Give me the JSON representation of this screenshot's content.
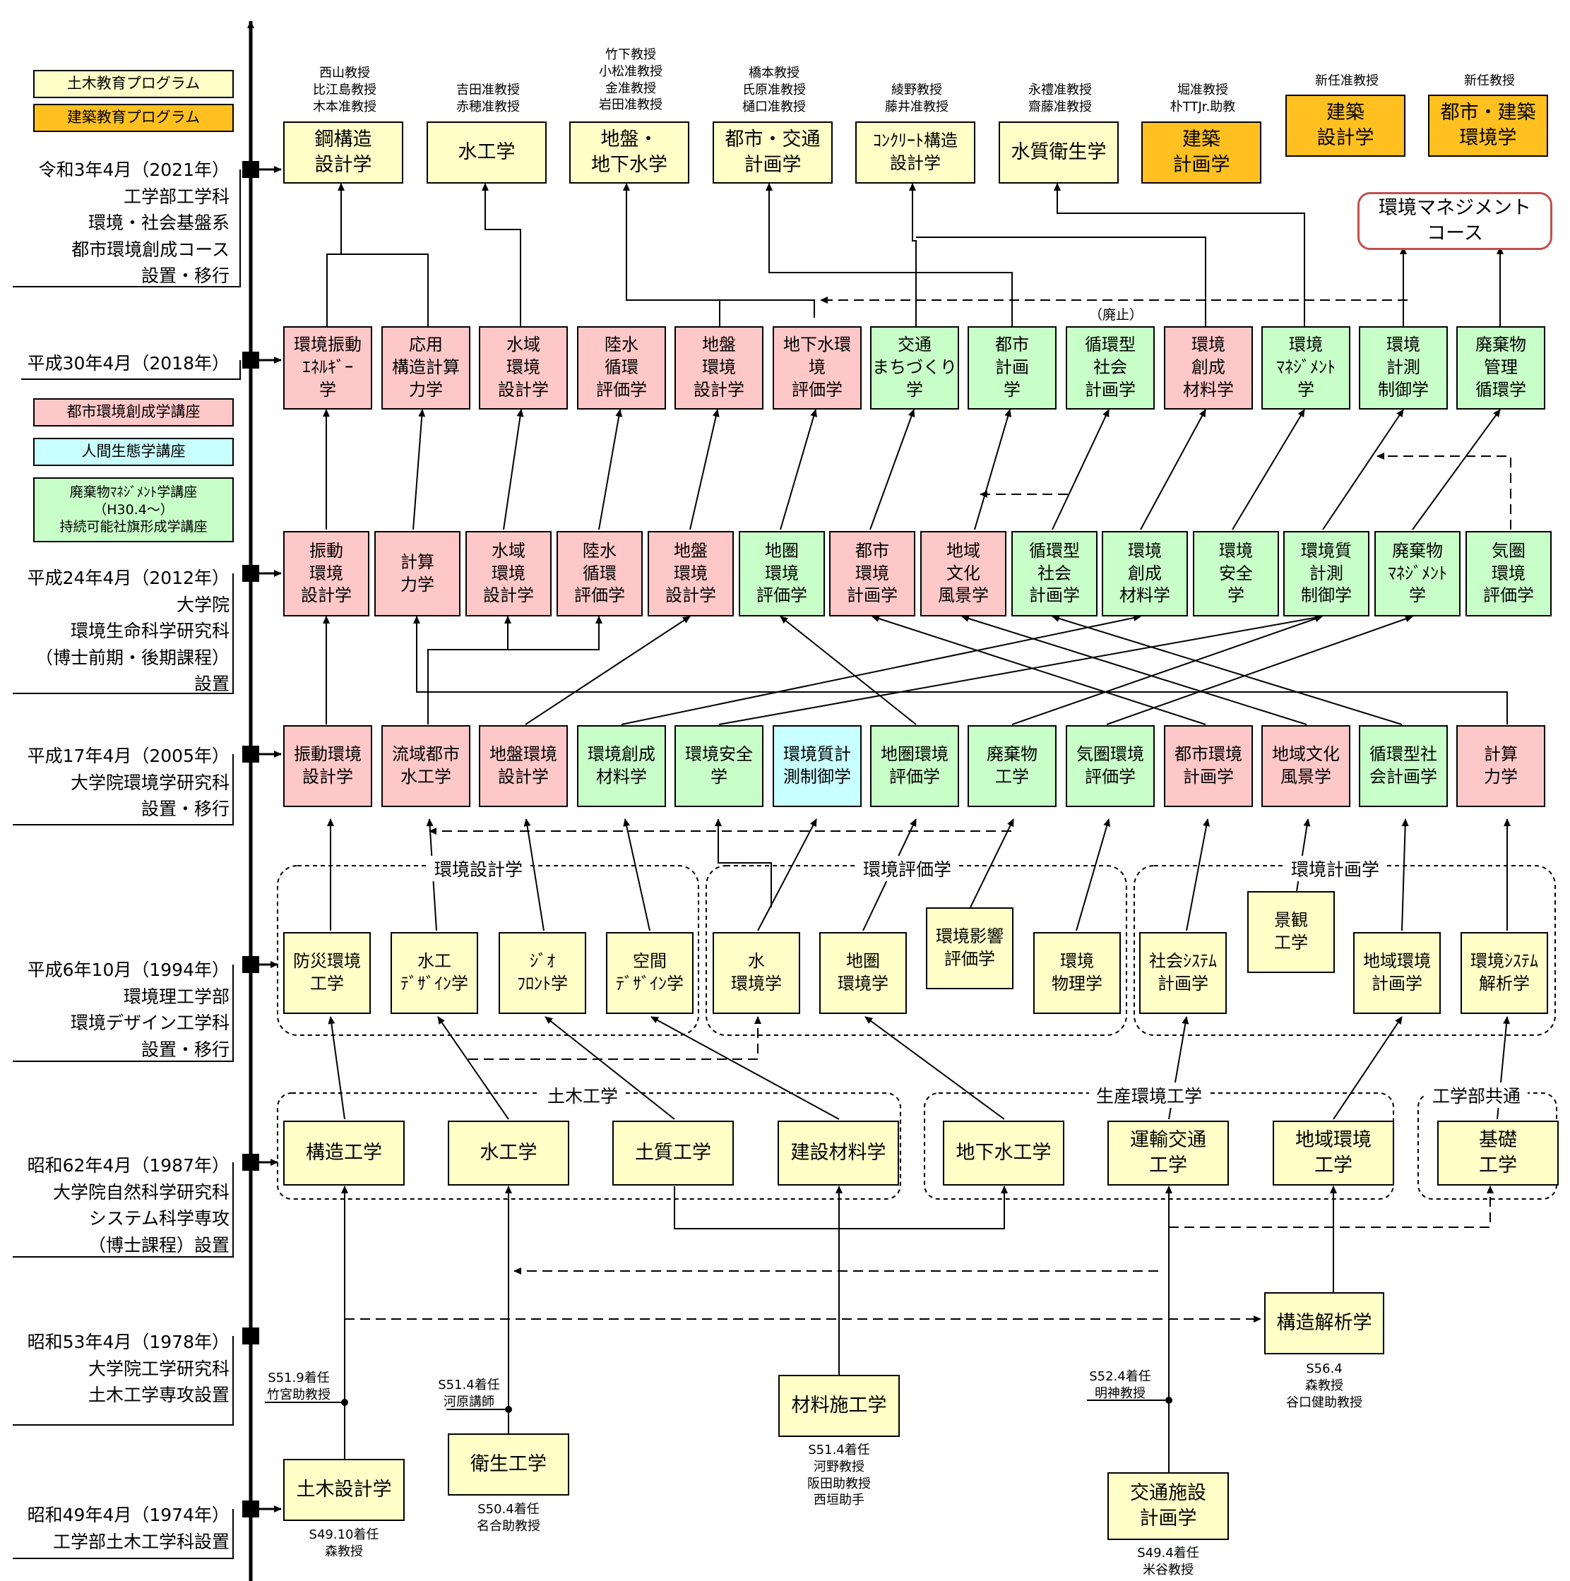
{
  "legend": {
    "civil": "土木教育プログラム",
    "arch": "建築教育プログラム",
    "urban": "都市環境創成学講座",
    "human": "人間生態学講座",
    "waste": "廃棄物ﾏﾈｼﾞﾒﾝﾄ学講座\n（H30.4～）\n持続可能社旗形成学講座"
  },
  "eras": {
    "r3": "令和3年4月（2021年）\n工学部工学科\n環境・社会基盤系\n都市環境創成コース\n設置・移行",
    "h30": "平成30年4月（2018年）",
    "h24": "平成24年4月（2012年）\n大学院\n環境生命科学研究科\n（博士前期・後期課程）\n設置",
    "h17": "平成17年4月（2005年）\n大学院環境学研究科\n設置・移行",
    "h6": "平成6年10月（1994年）\n環境理工学部\n環境デザイン工学科\n設置・移行",
    "s62": "昭和62年4月（1987年）\n大学院自然科学研究科\nシステム科学専攻\n（博士課程）設置",
    "s53": "昭和53年4月（1978年）\n大学院工学研究科\n土木工学専攻設置",
    "s49": "昭和49年4月（1974年）\n工学部土木工学科設置"
  },
  "r3_boxes": {
    "koukozo": "鋼構造\n設計学",
    "suikou": "水工学",
    "jiban": "地盤・\n地下水学",
    "toshikotsu": "都市・交通\n計画学",
    "concrete": "ｺﾝｸﾘｰﾄ構造\n設計学",
    "suishitsu": "水質衛生学",
    "kenchikukeikaku": "建築\n計画学",
    "kenchikusekkei": "建築\n設計学",
    "toshikenchiku": "都市・建築\n環境学",
    "mgmt_course": "環境マネジメント\nコース"
  },
  "r3_staff": {
    "koukozo": "西山教授\n比江島教授\n木本准教授",
    "suikou": "吉田准教授\n赤穂准教授",
    "jiban": "竹下教授\n小松准教授\n金准教授\n岩田准教授",
    "toshikotsu": "橋本教授\n氏原准教授\n樋口准教授",
    "concrete": "綾野教授\n藤井准教授",
    "suishitsu": "永禮准教授\n齋藤准教授",
    "kenchikukeikaku": "堀准教授\n朴TTJr.助教",
    "kenchikusekkei": "新任准教授",
    "toshikenchiku": "新任教授"
  },
  "h30_boxes": [
    "環境振動\nｴﾈﾙｷﾞｰ\n学",
    "応用\n構造計算\n力学",
    "水域\n環境\n設計学",
    "陸水\n循環\n評価学",
    "地盤\n環境\n設計学",
    "地下水環\n境\n評価学",
    "交通\nまちづくり\n学",
    "都市\n計画\n学",
    "循環型\n社会\n計画学",
    "環境\n創成\n材料学",
    "環境\nﾏﾈｼﾞﾒﾝﾄ\n学",
    "環境\n計測\n制御学",
    "廃棄物\n管理\n循環学"
  ],
  "h30_note": "（廃止）",
  "h24_boxes": [
    "振動\n環境\n設計学",
    "計算\n力学",
    "水域\n環境\n設計学",
    "陸水\n循環\n評価学",
    "地盤\n環境\n設計学",
    "地圏\n環境\n評価学",
    "都市\n環境\n計画学",
    "地域\n文化\n風景学",
    "循環型\n社会\n計画学",
    "環境\n創成\n材料学",
    "環境\n安全\n学",
    "環境質\n計測\n制御学",
    "廃棄物\nﾏﾈｼﾞﾒﾝﾄ\n学",
    "気圏\n環境\n評価学"
  ],
  "h17_boxes": [
    "振動環境\n設計学",
    "流域都市\n水工学",
    "地盤環境\n設計学",
    "環境創成\n材料学",
    "環境安全\n学",
    "環境質計\n測制御学",
    "地圏環境\n評価学",
    "廃棄物\n工学",
    "気圏環境\n評価学",
    "都市環境\n計画学",
    "地域文化\n風景学",
    "循環型社\n会計画学",
    "計算\n力学"
  ],
  "h6_groups": {
    "sekkei": "環境設計学",
    "hyoka": "環境評価学",
    "keikaku": "環境計画学"
  },
  "h6_boxes": [
    "防災環境\n工学",
    "水工\nﾃﾞｻﾞｲﾝ学",
    "ｼﾞｵ\nﾌﾛﾝﾄ学",
    "空間\nﾃﾞｻﾞｲﾝ学",
    "水\n環境学",
    "地圏\n環境学",
    "環境影響\n評価学",
    "環境\n物理学",
    "社会ｼｽﾃﾑ\n計画学",
    "景観\n工学",
    "地域環境\n計画学",
    "環境ｼｽﾃﾑ\n解析学"
  ],
  "s62_groups": {
    "doboku": "土木工学",
    "seisan": "生産環境工学",
    "kyotsu": "工学部共通"
  },
  "s62_boxes": [
    "構造工学",
    "水工学",
    "土質工学",
    "建設材料学",
    "地下水工学",
    "運輸交通\n工学",
    "地域環境\n工学",
    "基礎\n工学"
  ],
  "early_boxes": {
    "kozokaiseki": "構造解析学",
    "zairyo": "材料施工学",
    "dobokusekkei": "土木設計学",
    "eisei": "衛生工学",
    "kotsushisetsu": "交通施設\n計画学"
  },
  "early_staff": {
    "kozokaiseki": "S56.4\n森教授\n谷口健助教授",
    "zairyo": "S51.4着任\n河野教授\n阪田助教授\n西垣助手",
    "dobokusekkei": "S49.10着任\n森教授",
    "eisei": "S50.4着任\n名合助教授",
    "kotsushisetsu": "S49.4着任\n米谷教授",
    "takemiya": "S51.9着任\n竹宮助教授",
    "kawahara": "S51.4着任\n河原講師",
    "myojin": "S52.4着任\n明神教授"
  },
  "colors": {
    "yellow": "#ffffc8",
    "orange": "#ffc020",
    "pink": "#ffc8c8",
    "green": "#c8ffc8",
    "cyan": "#c8ffff",
    "course_border": "#c0504d"
  }
}
